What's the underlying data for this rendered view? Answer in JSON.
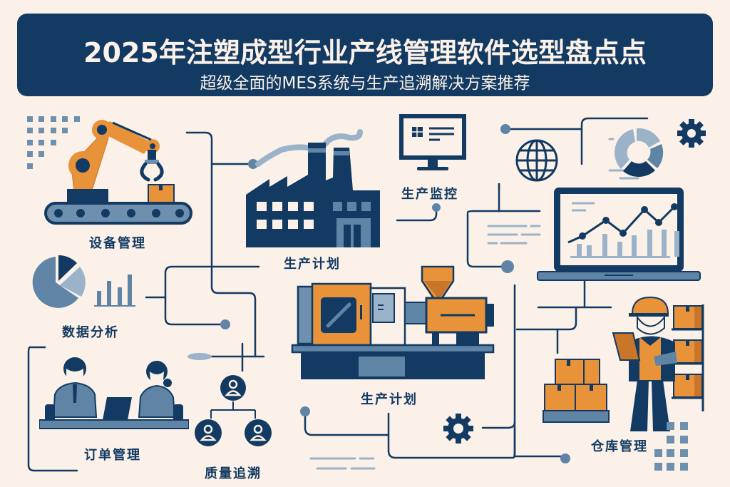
{
  "header": {
    "title": "2025年注塑成型行业产线管理软件选型盘点点",
    "subtitle": "超级全面的MES系统与生产追溯解决方案推荐"
  },
  "modules": {
    "equipment": {
      "label": "设备管理",
      "icon": "robot-arm-conveyor-icon"
    },
    "analytics": {
      "label": "数据分析",
      "icon": "pie-bar-chart-icon"
    },
    "orders": {
      "label": "订单管理",
      "icon": "business-meeting-icon"
    },
    "quality": {
      "label": "质量追溯",
      "icon": "org-tree-icon"
    },
    "planning_factory": {
      "label": "生产计划",
      "icon": "factory-icon"
    },
    "monitoring": {
      "label": "生产监控",
      "icon": "monitor-icon"
    },
    "planning_machine": {
      "label": "生产计划",
      "icon": "injection-molding-machine-icon"
    },
    "warehouse": {
      "label": "仓库管理",
      "icon": "warehouse-worker-icon"
    }
  },
  "decor": {
    "icons": [
      "globe-icon",
      "donut-chart-icon",
      "gear-icon",
      "laptop-line-chart-icon",
      "document-card-icon"
    ]
  },
  "colors": {
    "background": "#fbf1e8",
    "navy": "#123a62",
    "steel_blue": "#5f84a6",
    "light_blue": "#9ab3c9",
    "orange": "#e8923a",
    "dark_orange": "#c9752a"
  }
}
